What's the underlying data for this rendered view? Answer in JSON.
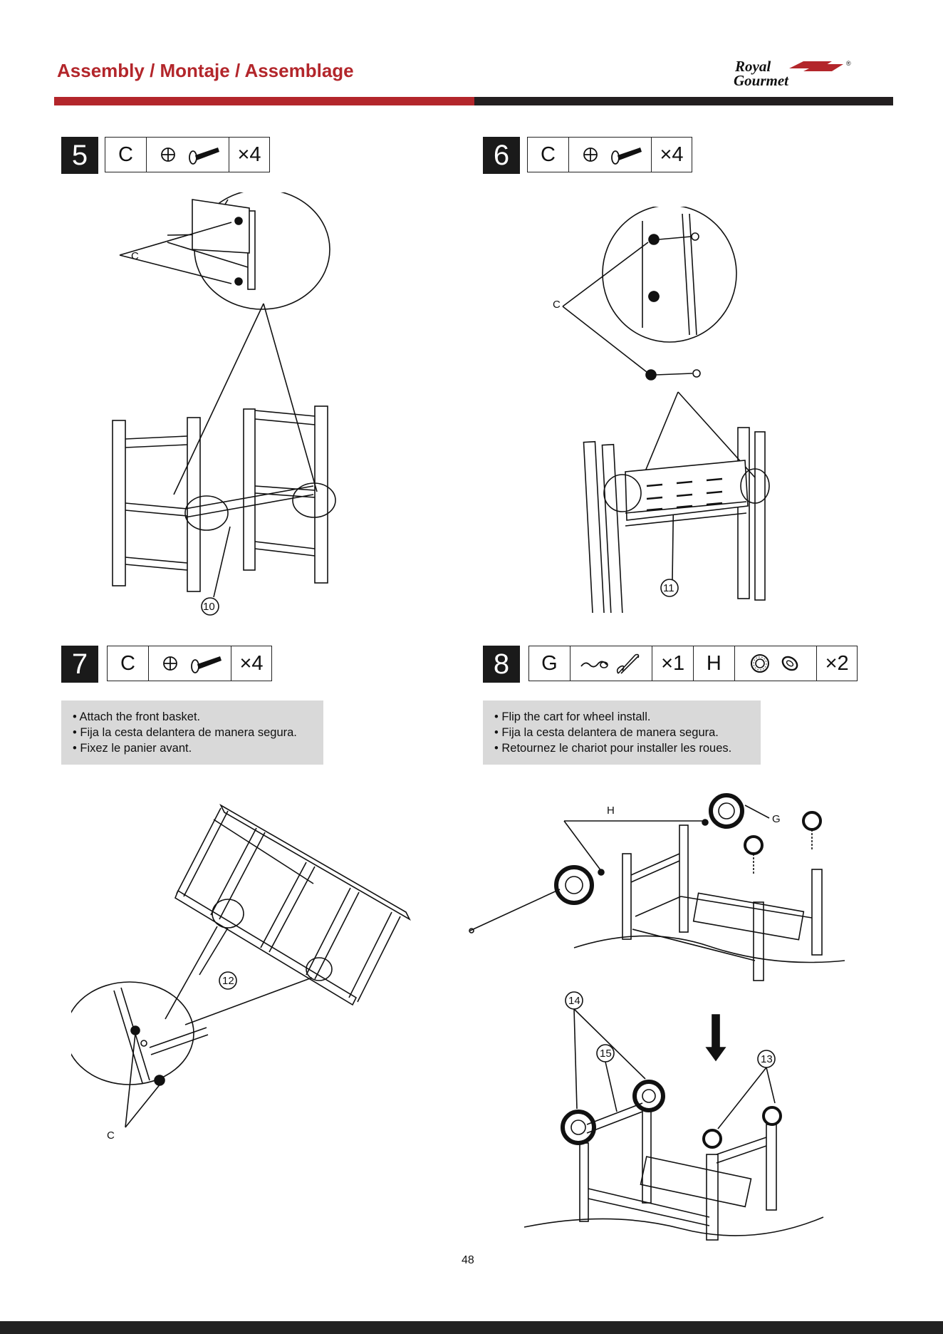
{
  "header": {
    "title": "Assembly / Montaje / Assemblage",
    "logo_line1": "Royal",
    "logo_line2": "Gourmet",
    "logo_mark": "®"
  },
  "steps": [
    {
      "number": "5",
      "parts": [
        {
          "letter": "C",
          "icons": [
            "screw-icon"
          ],
          "qty": "×4"
        }
      ],
      "callouts": [
        "C",
        "10"
      ]
    },
    {
      "number": "6",
      "parts": [
        {
          "letter": "C",
          "icons": [
            "screw-icon"
          ],
          "qty": "×4"
        }
      ],
      "callouts": [
        "C",
        "11"
      ]
    },
    {
      "number": "7",
      "parts": [
        {
          "letter": "C",
          "icons": [
            "screw-icon"
          ],
          "qty": "×4"
        }
      ],
      "notes": [
        "Attach the front basket.",
        "Fija la cesta delantera de manera segura.",
        "Fixez le panier avant."
      ],
      "callouts": [
        "12",
        "C"
      ]
    },
    {
      "number": "8",
      "parts": [
        {
          "letter": "G",
          "icons": [
            "pin-icon"
          ],
          "qty": "×1"
        },
        {
          "letter": "H",
          "icons": [
            "washer-icon"
          ],
          "qty": "×2"
        }
      ],
      "notes": [
        "Flip the cart for wheel install.",
        "Fija la cesta delantera de manera segura.",
        "Retournez le chariot pour installer les roues."
      ],
      "callouts": [
        "H",
        "G",
        "14",
        "15",
        "13"
      ]
    }
  ],
  "colors": {
    "brand_red": "#b3262b",
    "bar_black": "#231f20",
    "note_bg": "#d9d9d9"
  },
  "page_number": "48"
}
